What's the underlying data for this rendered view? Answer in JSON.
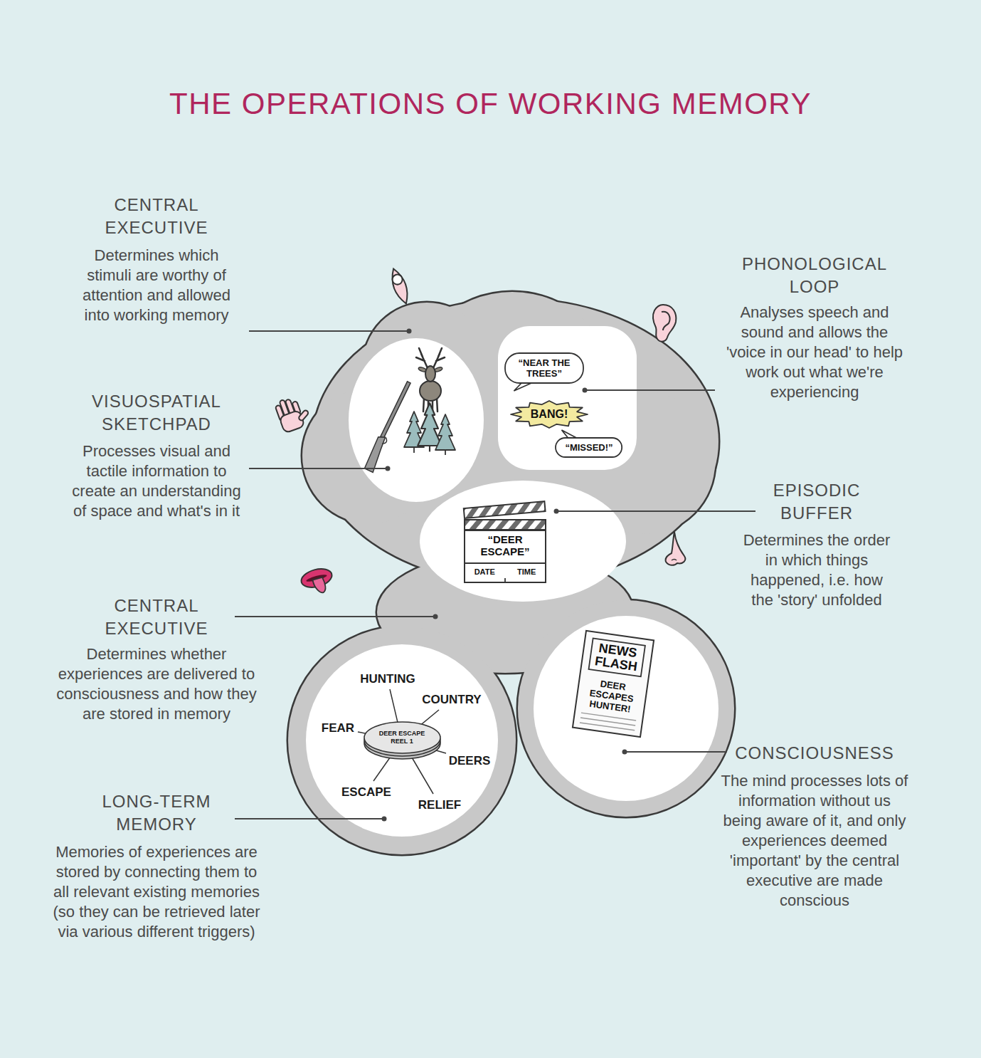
{
  "diagram": {
    "title": "THE OPERATIONS OF WORKING MEMORY",
    "nodes": [
      {
        "text": [
          "“NEAR THE TREES”"
        ]
      },
      {
        "text": [
          "BANG!"
        ]
      },
      {
        "text": [
          "“MISSED!”"
        ]
      },
      {
        "text": [
          "“DEER ESCAPE”",
          "DATE",
          "TIME"
        ]
      },
      {
        "text": [
          "DEER ESCAPE",
          "REEL 1"
        ]
      },
      {
        "text": [
          "NEWS FLASH",
          "DEER ESCAPES HUNTER!"
        ]
      }
    ],
    "labels": [
      "CENTRAL EXECUTIVE",
      "Determines which stimuli are worthy of attention and allowed into working memory",
      "VISUOSPATIAL SKETCHPAD",
      "Processes visual and tactile information to create an understanding of space and what's in it",
      "CENTRAL EXECUTIVE",
      "Determines whether experiences are delivered to consciousness and how they are stored in memory",
      "LONG-TERM MEMORY",
      "Memories of experiences are stored by connecting them to all relevant existing memories (so they can be retrieved later via various different triggers)",
      "PHONOLOGICAL LOOP",
      "Analyses speech and sound and allows the 'voice in our head' to help work out what we're experiencing",
      "EPISODIC BUFFER",
      "Determines the order in which things happened, i.e. how the 'story' unfolded",
      "CONSCIOUSNESS",
      "The mind processes lots of information without us being aware of it, and only experiences deemed 'important' by the central executive are made conscious",
      "HUNTING",
      "COUNTRY",
      "FEAR",
      "DEERS",
      "ESCAPE",
      "RELIEF"
    ]
  }
}
